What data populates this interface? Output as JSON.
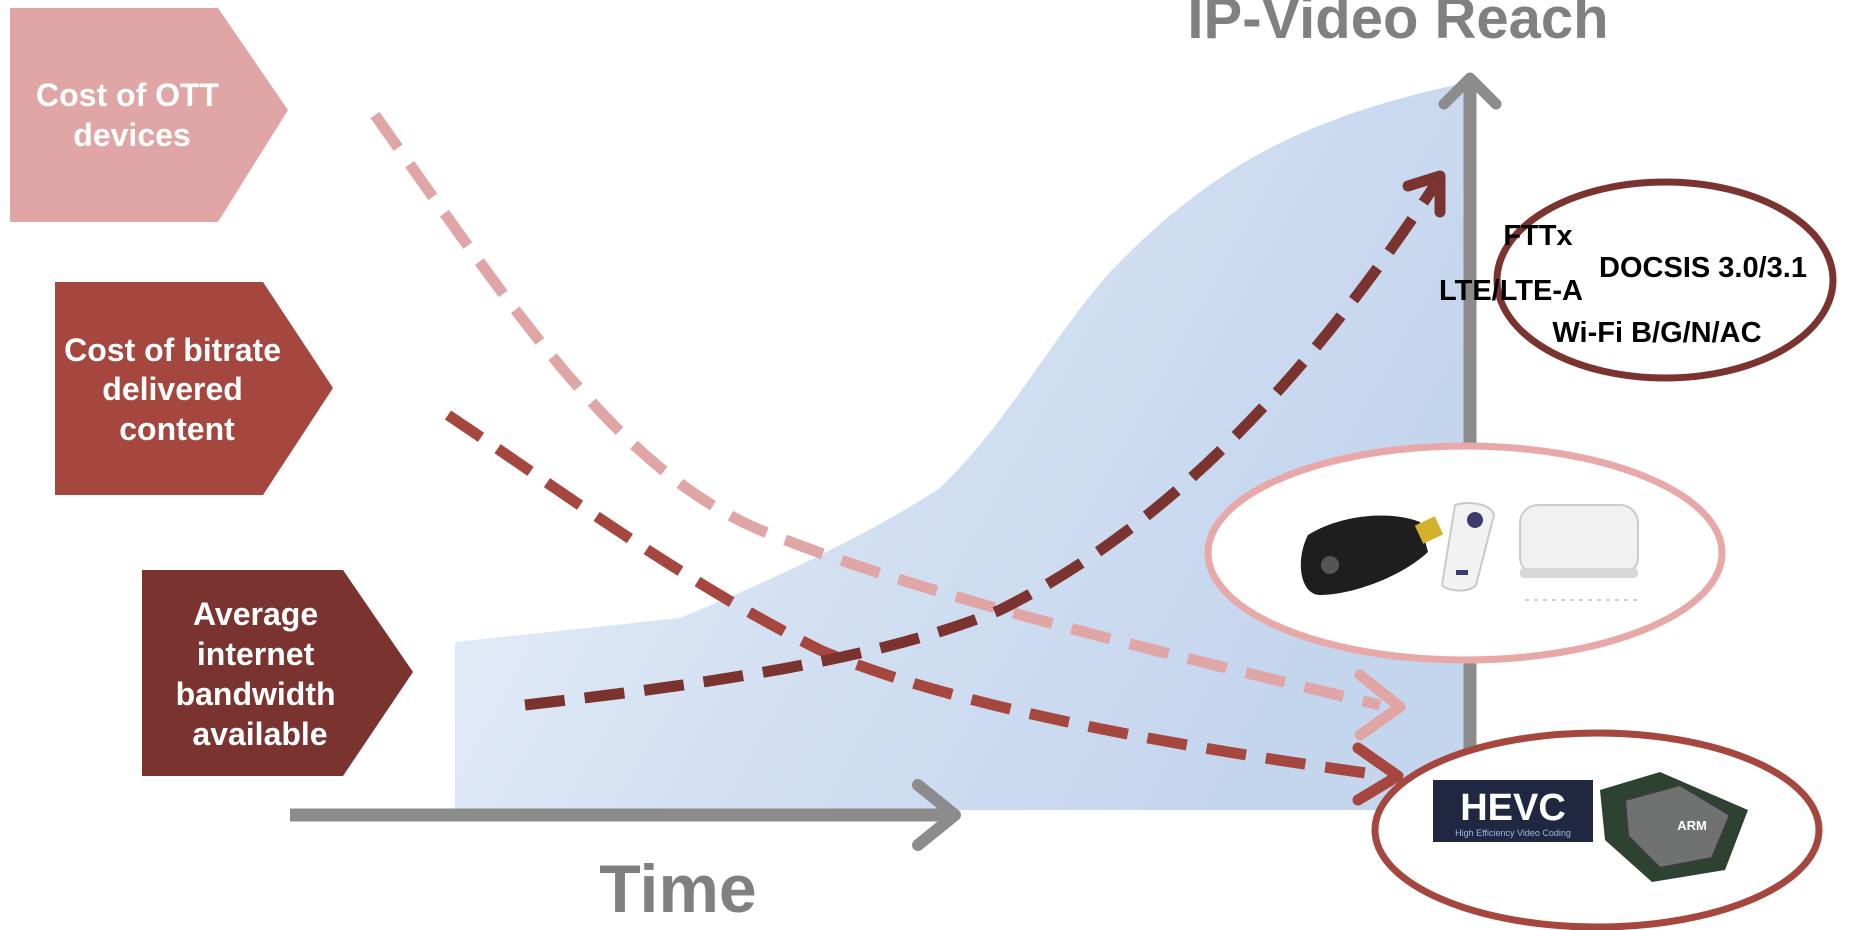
{
  "diagram": {
    "title": "IP-Video Reach",
    "x_axis_label": "Time",
    "factors": [
      {
        "lines": [
          "Cost of OTT",
          "devices"
        ],
        "color": "#e0a5a5"
      },
      {
        "lines": [
          "Cost of bitrate",
          "delivered",
          "content"
        ],
        "color": "#a5463f"
      },
      {
        "lines": [
          "Average",
          "internet",
          "bandwidth",
          "available"
        ],
        "color": "#7b3330"
      }
    ],
    "network_technologies": [
      "FTTx",
      "DOCSIS 3.0/3.1",
      "LTE/LTE-A",
      "Wi-Fi B/G/N/AC"
    ],
    "codec_badge": {
      "text": "HEVC",
      "subtext": "High Efficiency Video Coding"
    },
    "chip_label": "ARM",
    "colors": {
      "reach_area": "#c5d6ee",
      "axis": "#8c8c8c",
      "ott_curve": "#e0a5a5",
      "bitrate_curve": "#a5463f",
      "bandwidth_curve": "#7b3330"
    }
  }
}
